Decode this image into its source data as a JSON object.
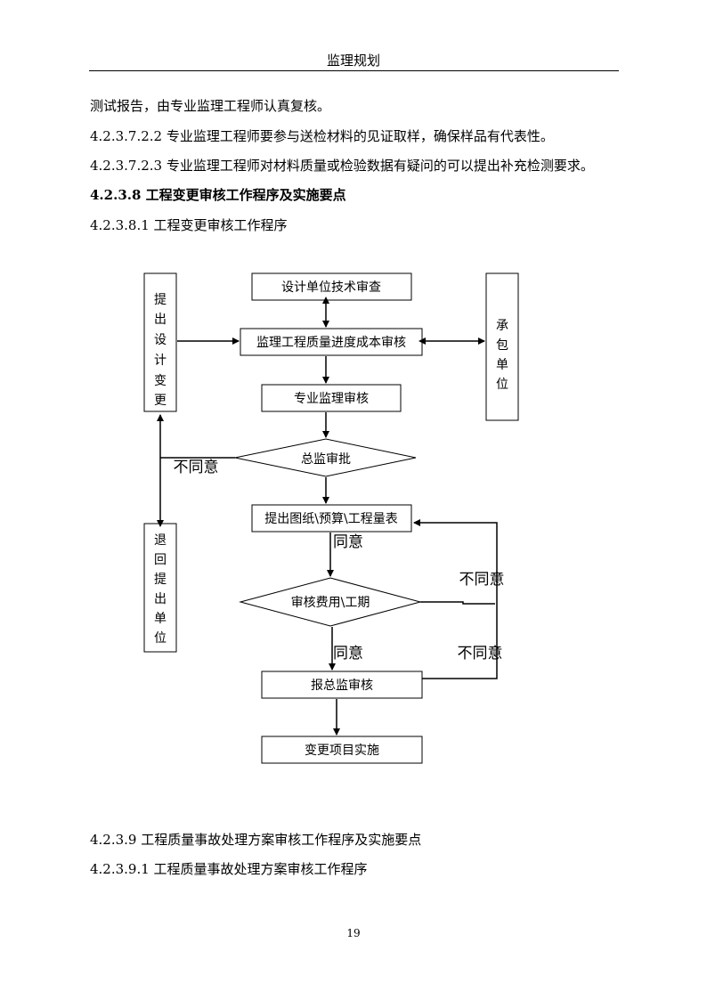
{
  "header": {
    "title": "监理规划"
  },
  "paragraphs": [
    "测试报告，由专业监理工程师认真复核。",
    "4.2.3.7.2.2 专业监理工程师要参与送检材料的见证取样，确保样品有代表性。",
    "4.2.3.7.2.3 专业监理工程师对材料质量或检验数据有疑问的可以提出补充检测要求。",
    "4.2.3.8 工程变更审核工作程序及实施要点",
    "4.2.3.8.1 工程变更审核工作程序",
    "4.2.3.9 工程质量事故处理方案审核工作程序及实施要点",
    "4.2.3.9.1 工程质量事故处理方案审核工作程序"
  ],
  "flowchart": {
    "left_top": [
      "提",
      "出",
      "设",
      "计",
      "变",
      "更"
    ],
    "left_bottom": [
      "退",
      "回",
      "提",
      "出",
      "单",
      "位"
    ],
    "right": [
      "承",
      "包",
      "单",
      "位"
    ],
    "box_design_review": "设计单位技术审查",
    "box_supervision_review": "监理工程质量进度成本审核",
    "box_professional_review": "专业监理审核",
    "diamond_chief": "总监审批",
    "box_drawings": "提出图纸\\预算\\工程量表",
    "diamond_cost": "审核费用\\工期",
    "box_report": "报总监审核",
    "box_implement": "变更项目实施",
    "label_disagree_1": "不同意",
    "label_agree_1": "同意",
    "label_disagree_2": "不同意",
    "label_agree_2": "同意",
    "label_disagree_3": "不同意"
  },
  "footer": {
    "page_number": "19"
  }
}
